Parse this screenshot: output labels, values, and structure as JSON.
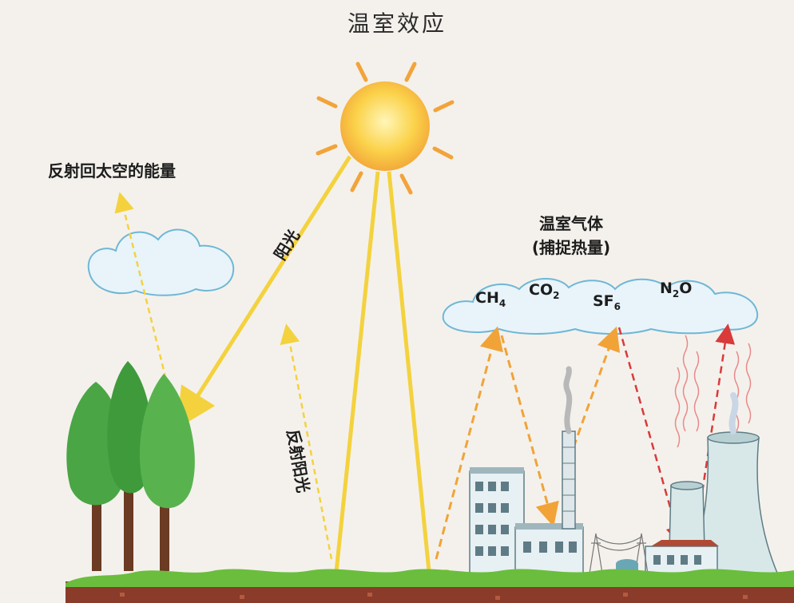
{
  "title": "温室效应",
  "labels": {
    "reflected_to_space": "反射回太空的能量",
    "sunlight": "阳光",
    "reflected_sunlight": "反射阳光",
    "greenhouse_gases_line1": "温室气体",
    "greenhouse_gases_line2": "(捕捉热量)"
  },
  "gases": [
    {
      "base": "CH",
      "sub": "4"
    },
    {
      "base": "CO",
      "sub": "2"
    },
    {
      "base": "SF",
      "sub": "6"
    },
    {
      "base": "N",
      "sub": "2",
      "tail": "O"
    }
  ],
  "colors": {
    "sun": "#f8c93a",
    "sun_ray": "#f2a33a",
    "sunlight_arrow": "#f4d23e",
    "reflected_arrow": "#f1a338",
    "heat_arrow": "#d93a3a",
    "cloud_fill": "#e8f4fa",
    "cloud_stroke": "#6fb7d6",
    "tree": "#4aa545",
    "trunk": "#6b3b23",
    "ground_grass": "#6bbd3d",
    "ground_soil": "#8a3b2a",
    "building": "#e7f0f3"
  }
}
